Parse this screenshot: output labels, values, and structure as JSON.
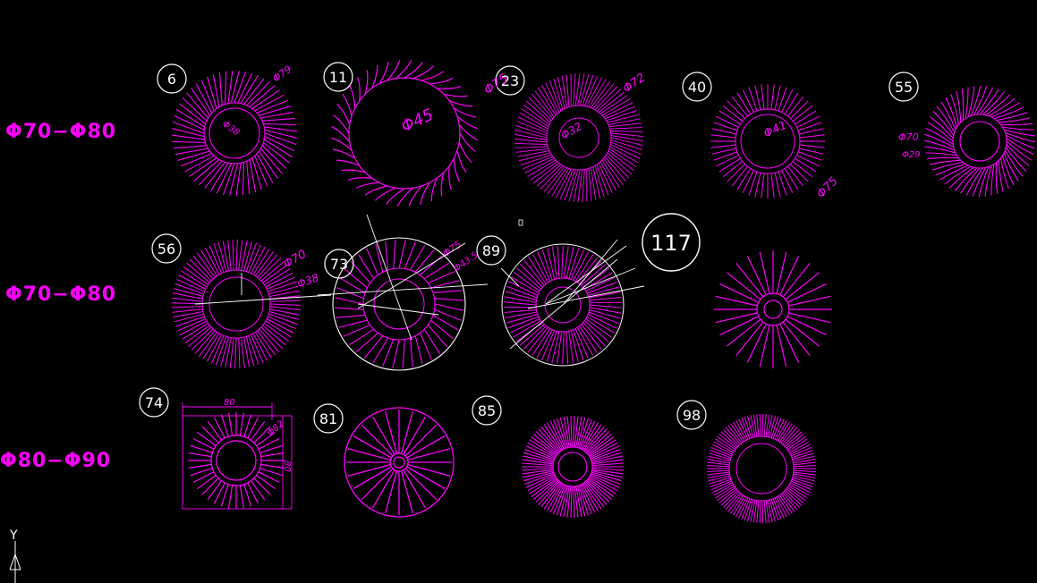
{
  "colors": {
    "background": "#000000",
    "drawing": "#ff00ff",
    "annotation": "#ffffff"
  },
  "row_labels": [
    "Φ70−Φ80",
    "Φ70−Φ80",
    "Φ80−Φ90"
  ],
  "part_numbers": [
    "6",
    "11",
    "23",
    "40",
    "55",
    "56",
    "73",
    "89",
    "117",
    "74",
    "81",
    "85",
    "98"
  ],
  "dimension_labels": {
    "d6_outer": "Φ79",
    "d6_inner": "Φ38",
    "d11_inner": "Φ45",
    "d11_outer": "Φ75",
    "d23_outer": "Φ72",
    "d23_inner": "Φ32",
    "d40_inner": "Φ41",
    "d40_outer": "Φ75",
    "d55_outer": "Φ70",
    "d55_inner": "Φ29",
    "d56_outer": "Φ70",
    "d56_inner": "Φ38",
    "d73_outer": "Φ75",
    "d73_inner": "Φ43.5",
    "d74_width": "80",
    "d74_height": "80",
    "d74_outer": "Φ82"
  },
  "ucs_icon": {
    "axis_label": "Y",
    "icon_name": "ucs-axis-icon"
  }
}
